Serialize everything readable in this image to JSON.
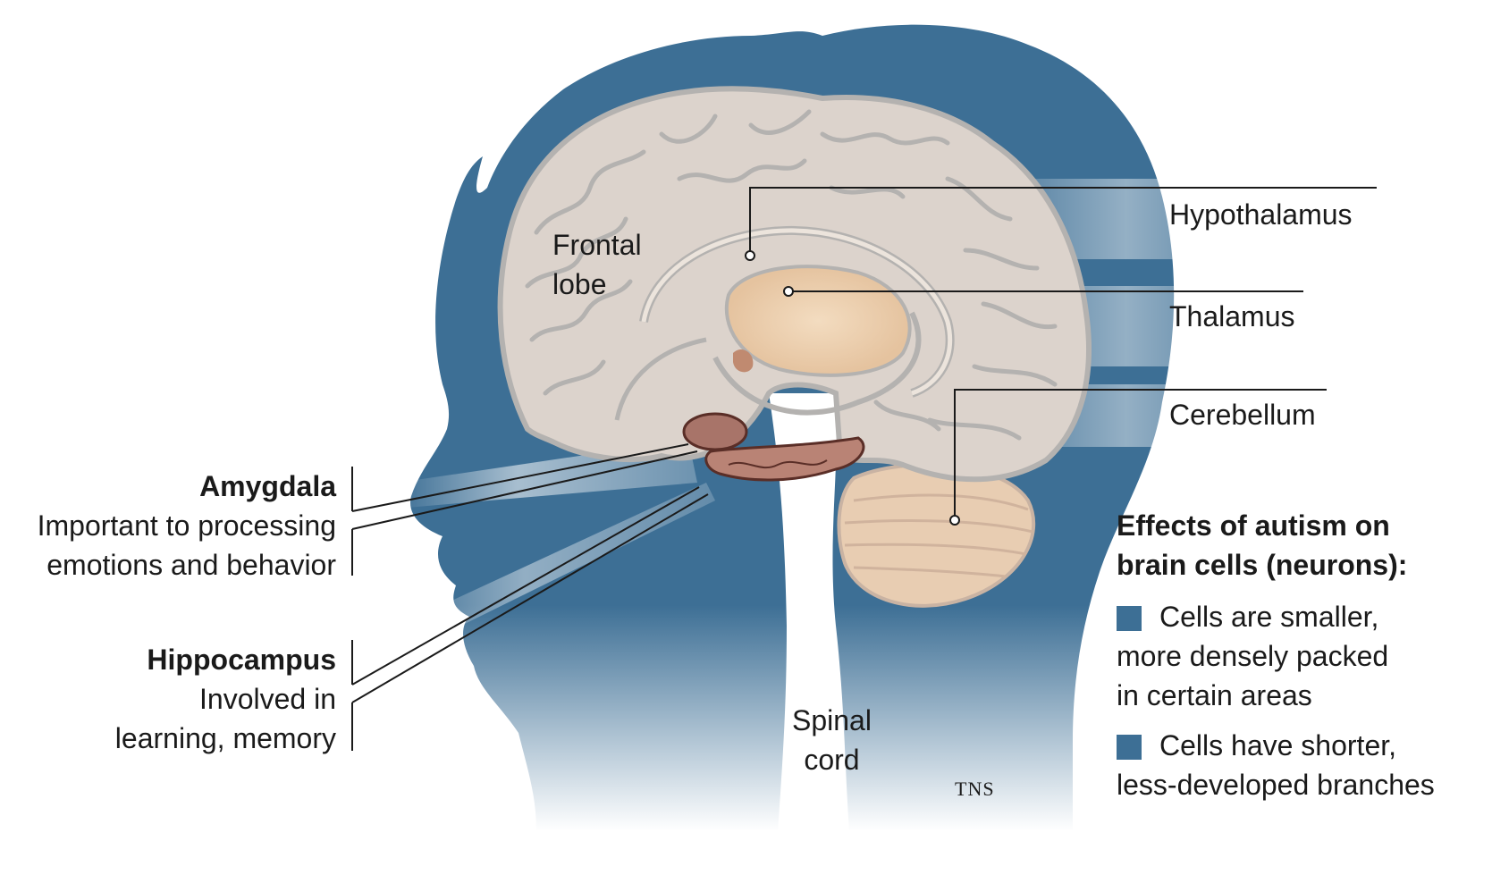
{
  "colors": {
    "head": "#3d6f95",
    "brain": "#d9d0c9",
    "brain_outline": "#b4b2b0",
    "inner": "#eadfd4",
    "deep": "#e6c9a8",
    "limbic": "#a87469",
    "legend_swatch": "#3d6f95",
    "line": "#1a1a1a"
  },
  "labels": {
    "frontal_lobe": [
      "Frontal",
      "lobe"
    ],
    "spinal_cord": [
      "Spinal",
      "cord"
    ],
    "hypothalamus": "Hypothalamus",
    "thalamus": "Thalamus",
    "cerebellum": "Cerebellum",
    "amygdala": {
      "title": "Amygdala",
      "desc": [
        "Important to processing",
        "emotions and behavior"
      ]
    },
    "hippocampus": {
      "title": "Hippocampus",
      "desc": [
        "Involved in",
        "learning, memory"
      ]
    }
  },
  "legend": {
    "title": [
      "Effects of autism on",
      "brain cells (neurons):"
    ],
    "items": [
      [
        "Cells are smaller,",
        "more densely packed",
        "in certain areas"
      ],
      [
        "Cells have shorter,",
        "less-developed branches"
      ]
    ]
  },
  "credit": "TNS"
}
